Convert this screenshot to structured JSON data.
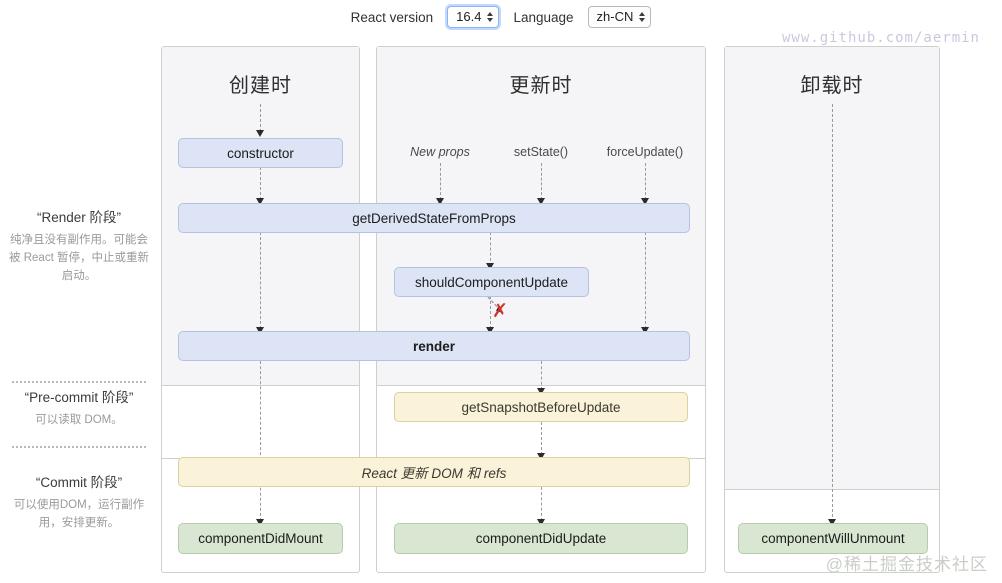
{
  "header": {
    "react_version_label": "React version",
    "react_version_value": "16.4",
    "language_label": "Language",
    "language_value": "zh-CN"
  },
  "watermarks": {
    "top_right": "www.github.com/aermin",
    "bottom_right": "@稀土掘金技术社区"
  },
  "phases": [
    {
      "title": "“Render 阶段”",
      "desc": "纯净且没有副作用。可能会被 React 暂停，中止或重新启动。"
    },
    {
      "title": "“Pre-commit 阶段”",
      "desc": "可以读取 DOM。"
    },
    {
      "title": "“Commit 阶段”",
      "desc": "可以使用DOM，运行副作用，安排更新。"
    }
  ],
  "columns": {
    "mount": {
      "title": "创建时"
    },
    "update": {
      "title": "更新时"
    },
    "unmount": {
      "title": "卸载时"
    }
  },
  "triggers": {
    "new_props": "New props",
    "set_state": "setState()",
    "force_update": "forceUpdate()"
  },
  "nodes": {
    "constructor": "constructor",
    "get_derived_state_from_props": "getDerivedStateFromProps",
    "should_component_update": "shouldComponentUpdate",
    "render": "render",
    "get_snapshot_before_update": "getSnapshotBeforeUpdate",
    "react_updates_dom": "React 更新 DOM 和 refs",
    "component_did_mount": "componentDidMount",
    "component_did_update": "componentDidUpdate",
    "component_will_unmount": "componentWillUnmount"
  },
  "markers": {
    "skip_x": "✗"
  },
  "colors": {
    "blue_fill": "#dce4f5",
    "yellow_fill": "#faf2d9",
    "green_fill": "#d9e7d2",
    "x_red": "#d0342c",
    "wash": "#f5f5f7"
  }
}
